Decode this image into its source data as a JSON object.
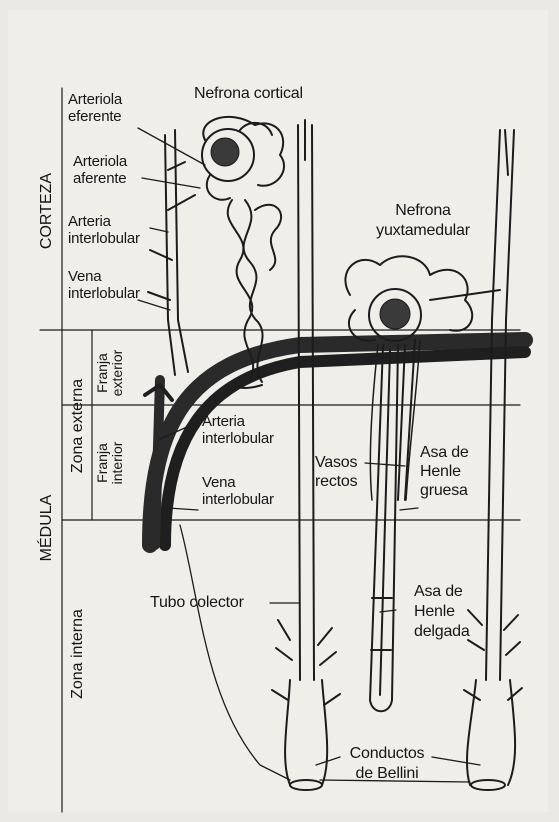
{
  "regions": {
    "corteza": "CORTEZA",
    "medula": "MÉDULA",
    "zona_externa": "Zona externa",
    "zona_interna": "Zona interna",
    "franja_exterior_line1": "Franja",
    "franja_exterior_line2": "exterior",
    "franja_interior_line1": "Franja",
    "franja_interior_line2": "interior"
  },
  "labels": {
    "arteriola_eferente_1": "Arteriola",
    "arteriola_eferente_2": "eferente",
    "arteriola_aferente_1": "Arteriola",
    "arteriola_aferente_2": "aferente",
    "arteria_interlobular_cortex_1": "Arteria",
    "arteria_interlobular_cortex_2": "interlobular",
    "vena_interlobular_cortex_1": "Vena",
    "vena_interlobular_cortex_2": "interlobular",
    "nefrona_cortical": "Nefrona cortical",
    "nefrona_yuxtamedular_1": "Nefrona",
    "nefrona_yuxtamedular_2": "yuxtamedular",
    "arteria_interlobular_medulla_1": "Arteria",
    "arteria_interlobular_medulla_2": "interlobular",
    "vena_interlobular_medulla_1": "Vena",
    "vena_interlobular_medulla_2": "interlobular",
    "vasos_rectos_1": "Vasos",
    "vasos_rectos_2": "rectos",
    "asa_henle_gruesa_1": "Asa de",
    "asa_henle_gruesa_2": "Henle",
    "asa_henle_gruesa_3": "gruesa",
    "tubo_colector": "Tubo colector",
    "asa_henle_delgada_1": "Asa de",
    "asa_henle_delgada_2": "Henle",
    "asa_henle_delgada_3": "delgada",
    "conductos_bellini_1": "Conductos",
    "conductos_bellini_2": "de Bellini"
  },
  "colors": {
    "ink": "#161616",
    "vessel_dark": "#2a2a2a",
    "paper": "#efeee9"
  }
}
